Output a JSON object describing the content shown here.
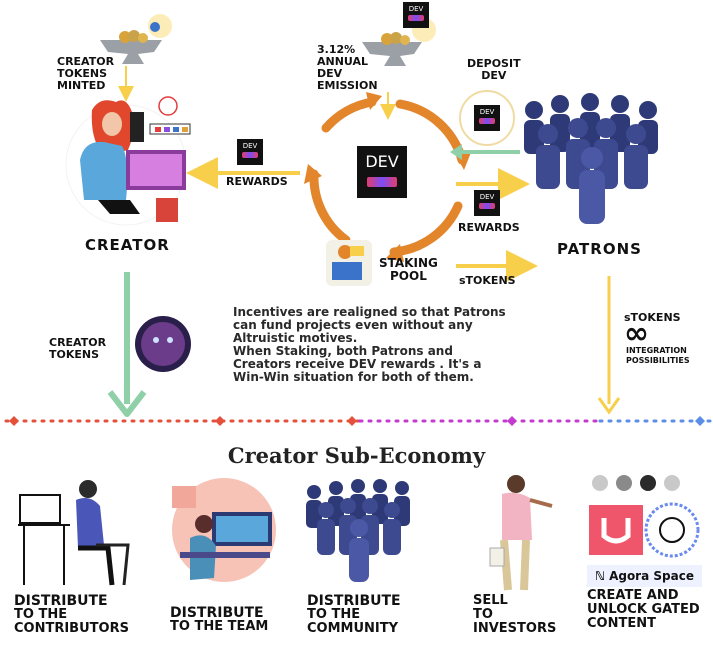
{
  "top": {
    "creator_tokens_minted": [
      "CREATOR",
      "TOKENS",
      "MINTED"
    ],
    "emission": [
      "3.12%",
      "ANNUAL",
      "DEV",
      "EMISSION"
    ],
    "deposit_dev": [
      "DEPOSIT",
      "DEV"
    ],
    "rewards_left": "REWARDS",
    "rewards_right": "REWARDS",
    "creator": "CREATOR",
    "patrons": "PATRONS",
    "staking_pool": [
      "STAKING",
      "POOL"
    ],
    "stokens_mid": "sTOKENS",
    "stokens_right": "sTOKENS",
    "integration": [
      "INTEGRATION",
      "POSSIBILITIES"
    ],
    "infinity": "∞",
    "creator_tokens": [
      "CREATOR",
      "TOKENS"
    ],
    "dev_chip": "DEV",
    "dev_center": "DEV"
  },
  "description": [
    "Incentives are realigned so that Patrons",
    "can fund projects even without any",
    "Altruistic motives.",
    "When Staking, both Patrons and",
    "Creators receive DEV rewards . It's a",
    "Win-Win situation for both of them."
  ],
  "sub_economy": {
    "title": "Creator Sub-Economy",
    "items": [
      {
        "line1": "DISTRIBUTE",
        "line2": "TO THE",
        "line3": "CONTRIBUTORS"
      },
      {
        "line1": "DISTRIBUTE",
        "line2": "TO THE TEAM",
        "line3": ""
      },
      {
        "line1": "DISTRIBUTE",
        "line2": "TO THE",
        "line3": "COMMUNITY"
      },
      {
        "line1": "SELL",
        "line2": "TO",
        "line3": "INVESTORS"
      },
      {
        "line1": "CREATE AND",
        "line2": "UNLOCK GATED",
        "line3": "CONTENT"
      }
    ],
    "agora": "Agora Space"
  },
  "colors": {
    "orange_cycle": "#e3852b",
    "yellow_arrow": "#f7cf4a",
    "green_arrow": "#8fd0a8",
    "patron_blue": "#2e3a78",
    "dots_red": "#e4503a",
    "dots_magenta": "#c43ad1",
    "dots_blue": "#5b8ee8"
  }
}
